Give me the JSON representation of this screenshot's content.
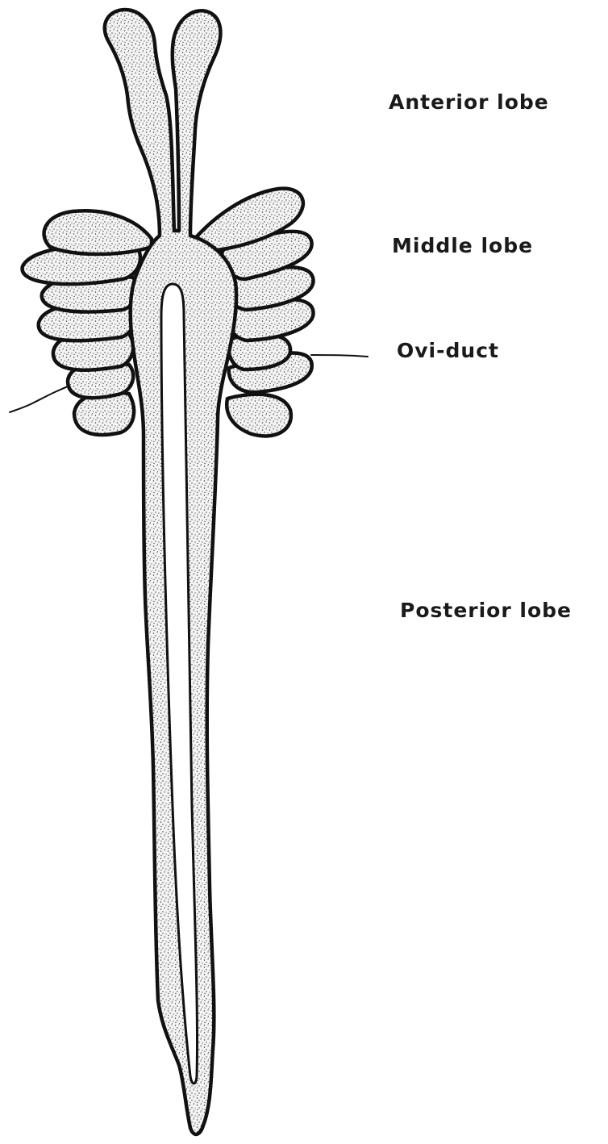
{
  "labels": {
    "anterior": "Anterior lobe",
    "middle": "Middle lobe",
    "oviduct": "Ovi-duct",
    "posterior": "Posterior lobe"
  },
  "colors": {
    "ink": "#111111",
    "background": "#ffffff",
    "stipple": "#3a3a3a"
  }
}
